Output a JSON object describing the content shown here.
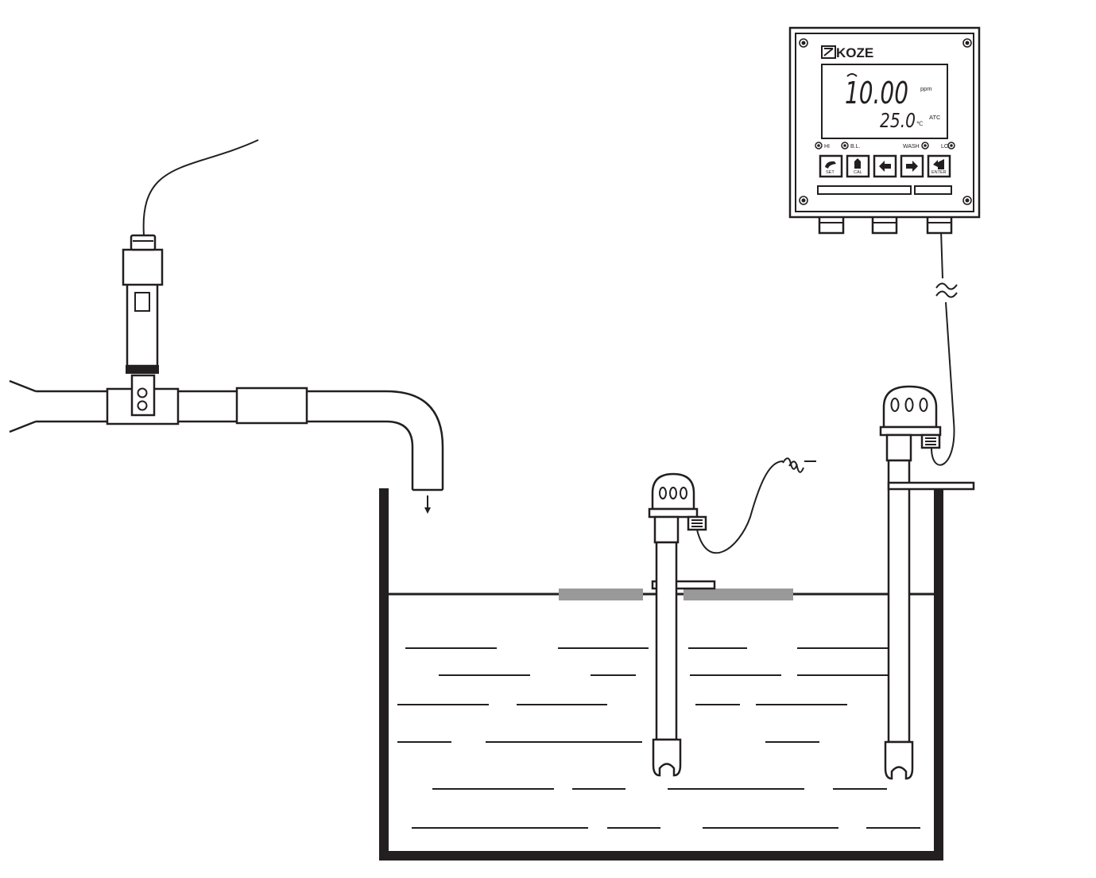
{
  "controller": {
    "brand": "KOZE",
    "reading_main": "10.00",
    "reading_unit": "ppm",
    "reading_temp": "25.0",
    "temp_unit": "℃",
    "temp_mode": "ATC",
    "indicators": {
      "hi": "HI",
      "bl": "B.L.",
      "wash": "WASH",
      "lo": "LO"
    },
    "keys": {
      "set": "SET",
      "cal": "CAL",
      "enter": "ENTER"
    }
  },
  "colors": {
    "line": "#231f20",
    "float_gray": "#999999",
    "background": "#ffffff"
  },
  "icons": [
    "left-arrow-icon",
    "right-arrow-icon",
    "brand-logo-icon",
    "break-mark-icon",
    "flow-arrow-icon"
  ]
}
